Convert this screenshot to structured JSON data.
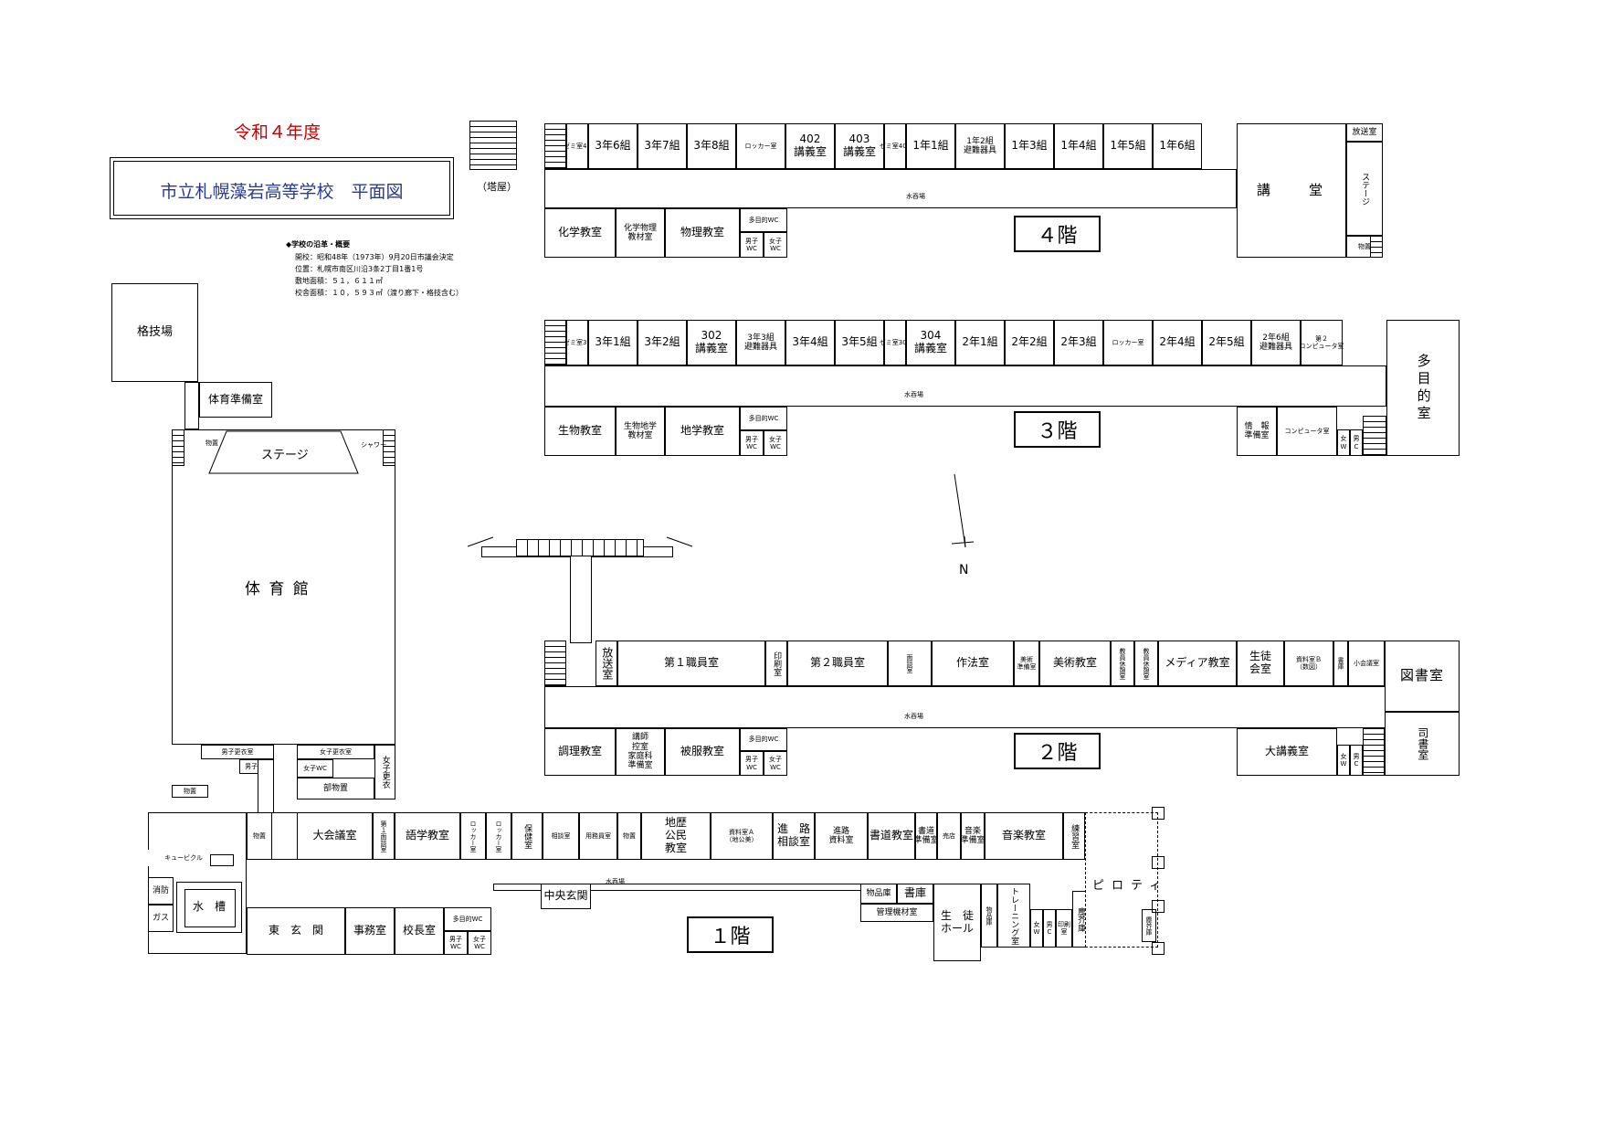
{
  "header": {
    "year": "令和４年度",
    "title": "市立札幌藻岩高等学校　平面図",
    "tower": "（塔屋）",
    "colors": {
      "year": "#cc0000",
      "title": "#2b3a8f"
    }
  },
  "info": {
    "heading": "◆学校の沿革・概要",
    "lines": [
      "開校：昭和48年（1973年）9月20日市議会決定",
      "位置：札幌市南区川沿3条2丁目1番1号",
      "敷地面積：５１，６１１㎡",
      "校舎面積：１０，５９３㎡（渡り廊下・格技含む）"
    ]
  },
  "compass": "N",
  "floors": {
    "f4": {
      "label": "４階",
      "top": [
        "ゼミ室41",
        "3年6組",
        "3年7組",
        "3年8組",
        "ロッカー室",
        "402\n講義室",
        "403\n講義室",
        "ゼミ室404",
        "1年1組",
        "1年2組\n避難器具",
        "1年3組",
        "1年4組",
        "1年5組",
        "1年6組"
      ],
      "bottom": [
        "化学教室",
        "化学物理\n教材室",
        "物理教室",
        "多目的WC",
        "男子\nWC",
        "女子\nWC"
      ],
      "hall": "講　　堂",
      "stage": "ステージ",
      "broadcast": "放送室",
      "storage": "物置",
      "water": "水吞場"
    },
    "f3": {
      "label": "３階",
      "top": [
        "ゼミ室31",
        "3年1組",
        "3年2組",
        "302\n講義室",
        "3年3組\n避難器具",
        "3年4組",
        "3年5組",
        "ゼミ室303",
        "304\n講義室",
        "2年1組",
        "2年2組",
        "2年3組",
        "ロッカー室",
        "2年4組",
        "2年5組",
        "2年6組\n避難器具",
        "第２\nコンピュータ室"
      ],
      "bottom": [
        "生物教室",
        "生物地学\n教材室",
        "地学教室",
        "多目的WC",
        "男子\nWC",
        "女子\nWC"
      ],
      "info_room": "情　報\n準備室",
      "computer": "コンピュータ室",
      "women": "女\nW",
      "men": "男\nC",
      "tamokuteki": "多目的室",
      "water": "水吞場"
    },
    "f2": {
      "label": "２階",
      "top": [
        "放送室",
        "第１職員室",
        "印刷室",
        "第２職員室",
        "面談室",
        "作法室",
        "美術\n準備室",
        "美術教室",
        "教員休憩室",
        "教員休憩室",
        "メディア教室",
        "生徒\n会室",
        "資料室Ｂ\n（数図）",
        "書庫",
        "小会議室"
      ],
      "library": "図書室",
      "shisho": "司書室",
      "bottom": [
        "調理教室",
        "講師\n控室\n家庭科\n準備室",
        "被服教室",
        "多目的WC",
        "男子\nWC",
        "女子\nWC"
      ],
      "lecture": "大講義室",
      "women": "女\nW",
      "men": "男\nC",
      "water": "水吞場"
    },
    "f1": {
      "label": "１階",
      "top": [
        "物置",
        "大会議室",
        "第１面談室",
        "語学教室",
        "ロッカー室",
        "ロッカー室",
        "保健室",
        "相談室",
        "用務員室",
        "物置",
        "地歴\n公民\n教室",
        "資料室Ａ\n（地公美）",
        "進　路\n相談室",
        "進路\n資料室",
        "書道教室",
        "書道\n準備室",
        "売店",
        "音楽\n準備室",
        "音楽教室",
        "練習室"
      ],
      "bottom": [
        "東　玄　関",
        "事務室",
        "校長室",
        "多目的WC",
        "男子\nWC",
        "女子\nWC"
      ],
      "central": "中央玄関",
      "water": "水吞場",
      "storage_books": "物品庫",
      "library_books": "書庫",
      "admin_equipment": "管理機材室",
      "student_hall": "生　徒\nホール",
      "storage2": "物品庫",
      "training": "トレーニング室",
      "women": "女\nW",
      "men": "男\nC",
      "printing": "印刷室",
      "waste": "塵芥庫",
      "trash": "塵芥庫",
      "pilotis": "ピロティ",
      "cubicle": "キュービクル",
      "fire": "消防",
      "gas": "ガス",
      "tank": "水　槽",
      "storage_out": "物置"
    },
    "gym": {
      "budo": "格技場",
      "prep": "体育準備室",
      "stage": "ステージ",
      "storage": "物置",
      "shower": "シャワー",
      "gym": "体 育 館",
      "men_locker": "男子更衣室",
      "men_wc": "男子WC",
      "women_locker": "女子更衣室",
      "women_wc": "女子WC",
      "women_locker_v": "女子更衣",
      "storage_room": "部物置"
    }
  }
}
